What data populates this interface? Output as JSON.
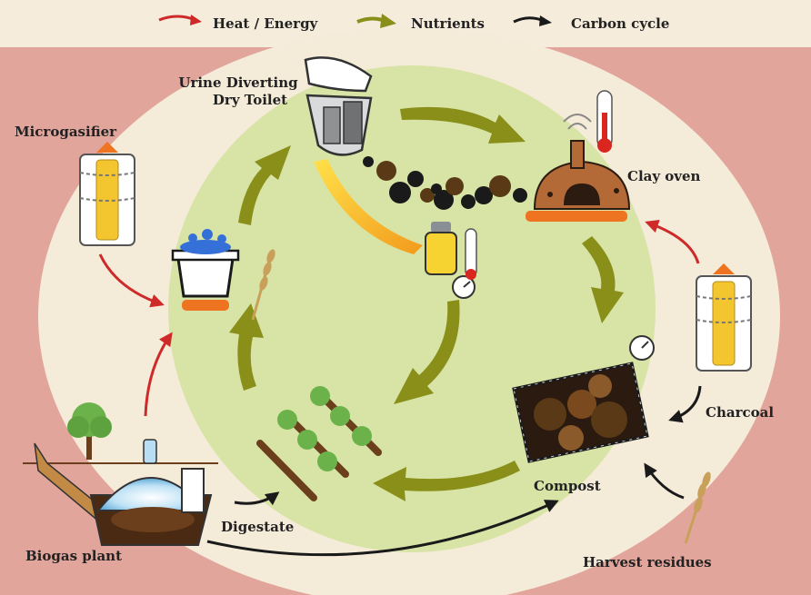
{
  "legend": {
    "items": [
      {
        "label": "Heat / Energy",
        "color": "#cf2a2a",
        "icon": "red-arrow"
      },
      {
        "label": "Nutrients",
        "color": "#8a8f1a",
        "icon": "olive-arrow"
      },
      {
        "label": "Carbon cycle",
        "color": "#1a1a1a",
        "icon": "black-arrow"
      }
    ]
  },
  "labels": {
    "udt_line1": "Urine Diverting",
    "udt_line2": "Dry Toilet",
    "microgasifier": "Microgasifier",
    "clay_oven": "Clay oven",
    "charcoal": "Charcoal",
    "compost": "Compost",
    "digestate": "Digestate",
    "biogas_plant": "Biogas plant",
    "harvest_residues": "Harvest residues"
  },
  "colors": {
    "background": "#e2a59b",
    "outer_circle": "#f4ebd9",
    "inner_circle": "#d7e4a6",
    "heat": "#cf2a2a",
    "nutrients": "#8a8f1a",
    "carbon": "#1a1a1a",
    "legend_bar": "#f5ecdc"
  }
}
